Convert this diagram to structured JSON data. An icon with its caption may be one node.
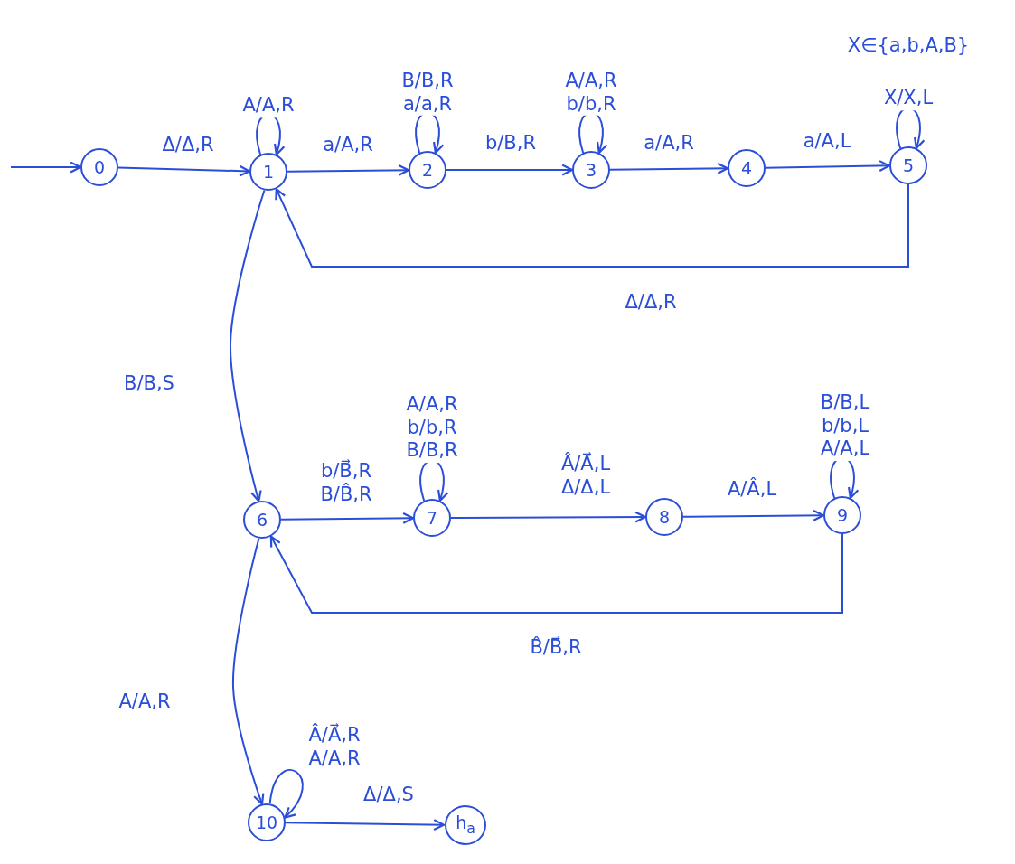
{
  "diagram": {
    "nodes": [
      {
        "text": [
          "0"
        ]
      },
      {
        "text": [
          "1"
        ]
      },
      {
        "text": [
          "2"
        ]
      },
      {
        "text": [
          "3"
        ]
      },
      {
        "text": [
          "4"
        ]
      },
      {
        "text": [
          "5"
        ]
      },
      {
        "text": [
          "6"
        ]
      },
      {
        "text": [
          "7"
        ]
      },
      {
        "text": [
          "8"
        ]
      },
      {
        "text": [
          "9"
        ]
      },
      {
        "text": [
          "10"
        ]
      },
      {
        "text": [
          "h$_{a}$"
        ]
      }
    ],
    "edges": [
      {
        "from": null,
        "to": 0,
        "arrow": "to"
      },
      {
        "from": 0,
        "to": 1,
        "arrow": "to",
        "label": "Δ/Δ,R"
      },
      {
        "from": 1,
        "to": 1,
        "arrow": "to",
        "label": "A/A,R"
      },
      {
        "from": 1,
        "to": 2,
        "arrow": "to",
        "label": "a/A,R"
      },
      {
        "from": 2,
        "to": 2,
        "arrow": "to",
        "label": "B/B,R a/a,R"
      },
      {
        "from": 2,
        "to": 3,
        "arrow": "to",
        "label": "b/B,R"
      },
      {
        "from": 3,
        "to": 3,
        "arrow": "to",
        "label": "A/A,R b/b,R"
      },
      {
        "from": 3,
        "to": 4,
        "arrow": "to",
        "label": "a/A,R"
      },
      {
        "from": 4,
        "to": 5,
        "arrow": "to",
        "label": "a/A,L"
      },
      {
        "from": 5,
        "to": 5,
        "arrow": "to",
        "label": "X/X,L"
      },
      {
        "from": 5,
        "to": 1,
        "arrow": "to",
        "label": "Δ/Δ,R"
      },
      {
        "from": 1,
        "to": 6,
        "arrow": "to",
        "label": "B/B,S"
      },
      {
        "from": 6,
        "to": 7,
        "arrow": "to",
        "label": "b/B⃗,R B/B̂,R"
      },
      {
        "from": 7,
        "to": 7,
        "arrow": "to",
        "label": "A/A,R b/b,R B/B,R"
      },
      {
        "from": 7,
        "to": 8,
        "arrow": "to",
        "label": "Â/A⃗,L Δ/Δ,L"
      },
      {
        "from": 8,
        "to": 9,
        "arrow": "to",
        "label": "A/Â,L"
      },
      {
        "from": 9,
        "to": 9,
        "arrow": "to",
        "label": "B/B,L b/b,L A/A,L"
      },
      {
        "from": 9,
        "to": 6,
        "arrow": "to",
        "label": "B̂/B⃗,R"
      },
      {
        "from": 6,
        "to": 10,
        "arrow": "to",
        "label": "A/A,R"
      },
      {
        "from": 10,
        "to": 10,
        "arrow": "to",
        "label": "Â/A⃗,R A/A,R"
      },
      {
        "from": 10,
        "to": 11,
        "arrow": "to",
        "label": "Δ/Δ,S"
      }
    ],
    "labels": [
      "X∈{a,b,A,B}"
    ]
  }
}
